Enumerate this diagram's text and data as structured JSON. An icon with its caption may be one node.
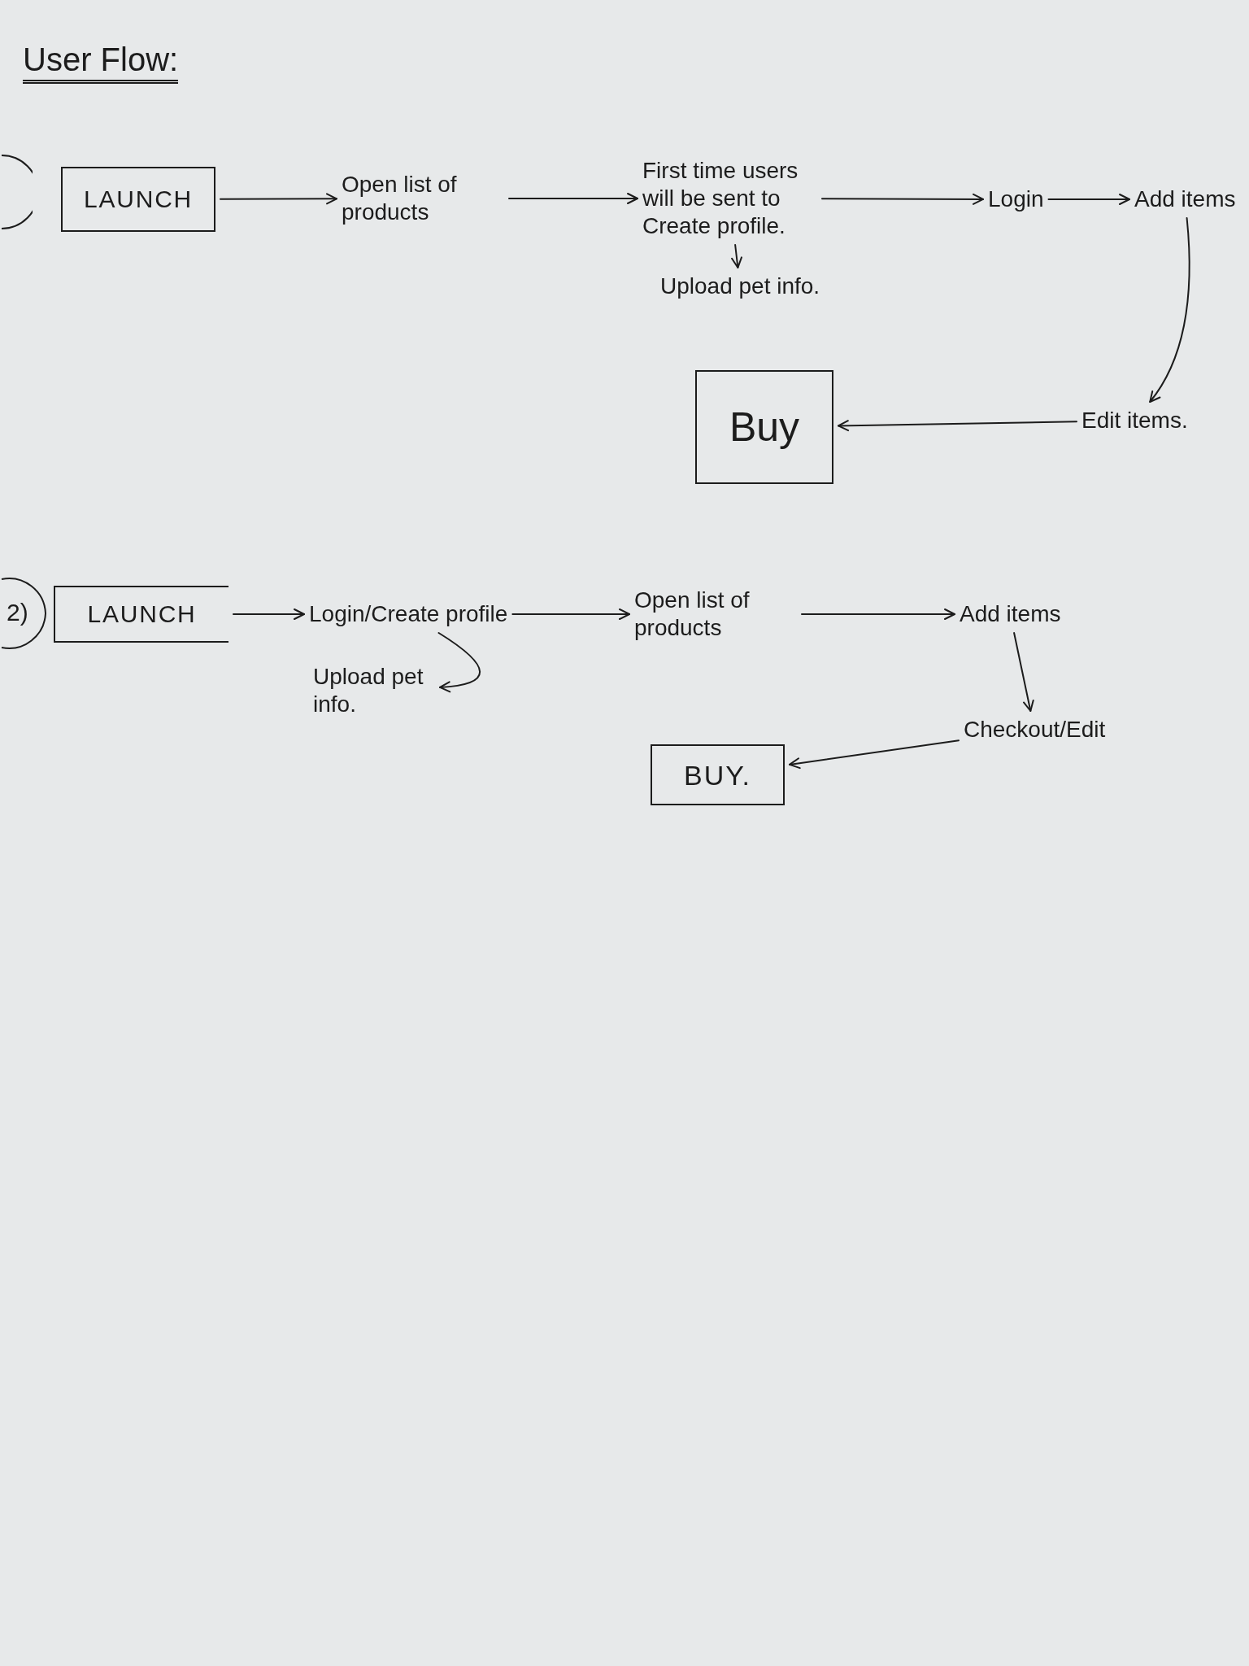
{
  "diagram": {
    "title": "User Flow:",
    "nodes": [
      {
        "text": [
          "LAUNCH"
        ]
      },
      {
        "text": [
          "Open list of products"
        ]
      },
      {
        "text": [
          "First time users will be sent to Create profile."
        ]
      },
      {
        "text": [
          "Upload pet info."
        ]
      },
      {
        "text": [
          "Login"
        ]
      },
      {
        "text": [
          "Add items"
        ]
      },
      {
        "text": [
          "Edit items."
        ]
      },
      {
        "text": [
          "Buy"
        ]
      },
      {
        "text": [
          "LAUNCH"
        ]
      },
      {
        "text": [
          "Login/Create profile"
        ]
      },
      {
        "text": [
          "Upload pet info."
        ]
      },
      {
        "text": [
          "Open list of products"
        ]
      },
      {
        "text": [
          "Add items"
        ]
      },
      {
        "text": [
          "Checkout/Edit"
        ]
      },
      {
        "text": [
          "BUY."
        ]
      }
    ],
    "edges": [
      {
        "from": 0,
        "to": 1,
        "arrow": "to"
      },
      {
        "from": 1,
        "to": 2,
        "arrow": "to"
      },
      {
        "from": 2,
        "to": 3,
        "arrow": "to"
      },
      {
        "from": 2,
        "to": 4,
        "arrow": "to"
      },
      {
        "from": 4,
        "to": 5,
        "arrow": "to"
      },
      {
        "from": 5,
        "to": 6,
        "arrow": "to"
      },
      {
        "from": 6,
        "to": 7,
        "arrow": "to"
      },
      {
        "from": 8,
        "to": 9,
        "arrow": "to"
      },
      {
        "from": 9,
        "to": 10,
        "arrow": "to"
      },
      {
        "from": 9,
        "to": 11,
        "arrow": "to"
      },
      {
        "from": 11,
        "to": 12,
        "arrow": "to"
      },
      {
        "from": 12,
        "to": 13,
        "arrow": "to"
      },
      {
        "from": 13,
        "to": 14,
        "arrow": "to"
      }
    ],
    "labels": [
      "2)"
    ]
  }
}
